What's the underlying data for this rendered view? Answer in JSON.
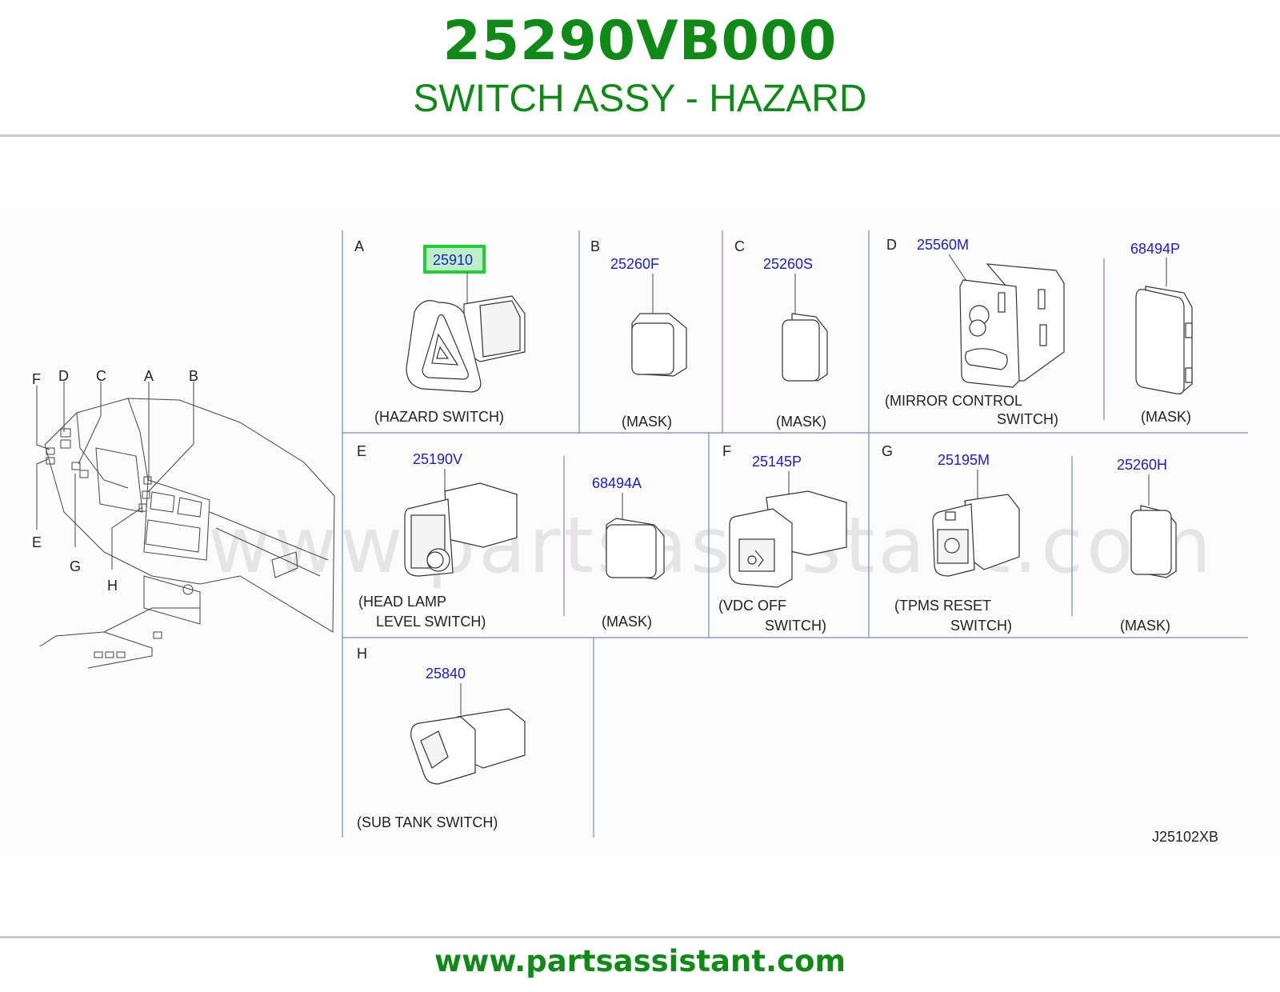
{
  "header": {
    "part_number": "25290VB000",
    "part_name": "SWITCH ASSY - HAZARD"
  },
  "overview": {
    "callouts": [
      "F",
      "D",
      "C",
      "A",
      "B",
      "E",
      "G",
      "H"
    ]
  },
  "watermark": "www.partsassistant.com",
  "sections": {
    "A": {
      "letter": "A",
      "parts": [
        {
          "number": "25910",
          "caption_lines": [
            "(HAZARD  SWITCH)"
          ],
          "highlighted": true
        }
      ]
    },
    "B": {
      "letter": "B",
      "parts": [
        {
          "number": "25260F",
          "caption_lines": [
            "(MASK)"
          ]
        }
      ]
    },
    "C": {
      "letter": "C",
      "parts": [
        {
          "number": "25260S",
          "caption_lines": [
            "(MASK)"
          ]
        }
      ]
    },
    "D": {
      "letter": "D",
      "parts": [
        {
          "number": "25560M",
          "caption_lines": [
            "(MIRROR  CONTROL",
            "SWITCH)"
          ]
        },
        {
          "number": "68494P",
          "caption_lines": [
            "(MASK)"
          ]
        }
      ]
    },
    "E": {
      "letter": "E",
      "parts": [
        {
          "number": "25190V",
          "caption_lines": [
            "(HEAD  LAMP",
            "LEVEL  SWITCH)"
          ]
        },
        {
          "number": "68494A",
          "caption_lines": [
            "(MASK)"
          ]
        }
      ]
    },
    "F": {
      "letter": "F",
      "parts": [
        {
          "number": "25145P",
          "caption_lines": [
            "(VDC  OFF",
            "SWITCH)"
          ]
        }
      ]
    },
    "G": {
      "letter": "G",
      "parts": [
        {
          "number": "25195M",
          "caption_lines": [
            "(TPMS  RESET",
            "SWITCH)"
          ]
        },
        {
          "number": "25260H",
          "caption_lines": [
            "(MASK)"
          ]
        }
      ]
    },
    "H": {
      "letter": "H",
      "parts": [
        {
          "number": "25840",
          "caption_lines": [
            "(SUB  TANK  SWITCH)"
          ]
        }
      ]
    }
  },
  "diagram_code": "J25102XB",
  "footer": {
    "url": "www.partsassistant.com"
  },
  "colors": {
    "brand_green": "#0f8a17",
    "part_number_blue": "#1c1ccf",
    "highlight_green": "#1fcf3a",
    "highlight_fill": "#bfeec6",
    "grid_line": "#7a86c8"
  }
}
